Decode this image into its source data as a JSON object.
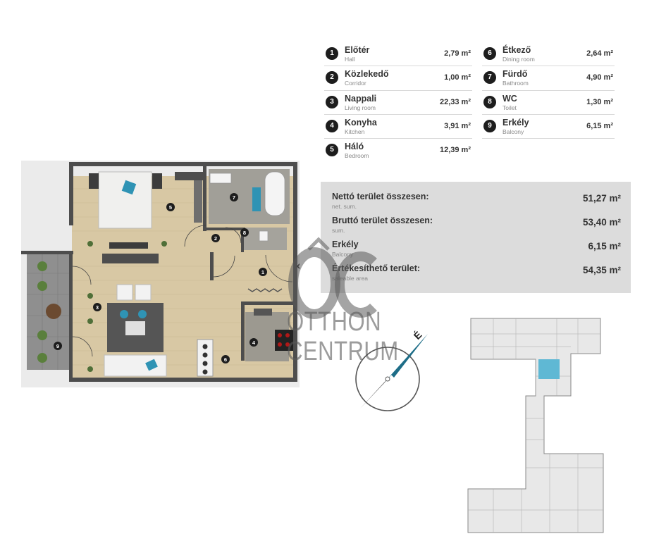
{
  "rooms": [
    {
      "num": "1",
      "name": "Előtér",
      "name_en": "Hall",
      "area": "2,79 m²"
    },
    {
      "num": "2",
      "name": "Közlekedő",
      "name_en": "Corridor",
      "area": "1,00 m²"
    },
    {
      "num": "3",
      "name": "Nappali",
      "name_en": "Living room",
      "area": "22,33 m²"
    },
    {
      "num": "4",
      "name": "Konyha",
      "name_en": "Kitchen",
      "area": "3,91 m²"
    },
    {
      "num": "5",
      "name": "Háló",
      "name_en": "Bedroom",
      "area": "12,39 m²"
    },
    {
      "num": "6",
      "name": "Étkező",
      "name_en": "Dining room",
      "area": "2,64 m²"
    },
    {
      "num": "7",
      "name": "Fürdő",
      "name_en": "Bathroom",
      "area": "4,90 m²"
    },
    {
      "num": "8",
      "name": "WC",
      "name_en": "Toilet",
      "area": "1,30 m²"
    },
    {
      "num": "9",
      "name": "Erkély",
      "name_en": "Balcony",
      "area": "6,15 m²"
    }
  ],
  "summary": [
    {
      "label": "Nettó terület összesen:",
      "label_en": "net. sum.",
      "value": "51,27 m²"
    },
    {
      "label": "Bruttó terület összesen:",
      "label_en": "sum.",
      "value": "53,40 m²"
    },
    {
      "label": "Erkély",
      "label_en": "Balcony",
      "value": "6,15 m²"
    },
    {
      "label": "Értékesíthető terület:",
      "label_en": "saleable area",
      "value": "54,35 m²"
    }
  ],
  "plan_labels": {
    "r1": "1",
    "r2": "2",
    "r3": "3",
    "r4": "4",
    "r5": "5",
    "r6": "6",
    "r7": "7",
    "r8": "8",
    "r9": "9"
  },
  "watermark": {
    "monogram": "OC",
    "line1": "OTTHON",
    "line2": "CENTRUM"
  },
  "compass": {
    "label": "É"
  },
  "colors": {
    "floor": "#d9c9a8",
    "wall": "#4a4a4a",
    "accent": "#2f93b4",
    "tile": "#9a9a94",
    "summary_bg": "#dcdcdc",
    "highlight": "#5fb8d4"
  }
}
